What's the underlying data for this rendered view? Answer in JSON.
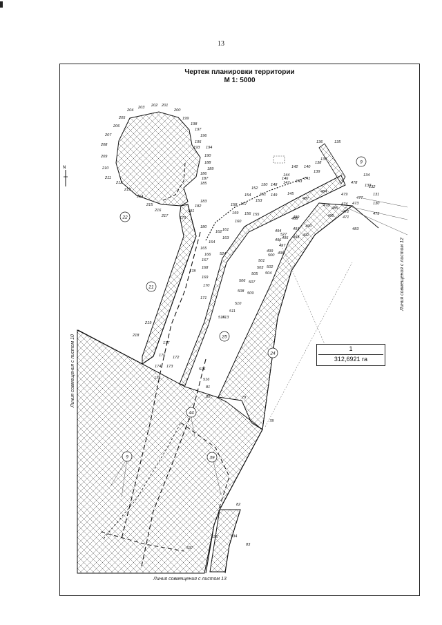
{
  "page_number": "13",
  "drawing": {
    "title": "Чертеж планировки территории",
    "scale": "М 1: 5000"
  },
  "area_label": {
    "number": "1",
    "value": "312,6921 га"
  },
  "matching_lines": {
    "right": "Линия совмещения с листом 12",
    "left": "Линия совмещения с листом 10",
    "bottom": "Линия совмещения с листом 13"
  },
  "circled_labels": [
    "22",
    "21",
    "25",
    "24",
    "44",
    "9",
    "39",
    "9"
  ],
  "point_labels": [
    "204",
    "203",
    "202",
    "201",
    "200",
    "205",
    "199",
    "198",
    "206",
    "197",
    "196",
    "207",
    "195",
    "208",
    "194",
    "193",
    "209",
    "190",
    "188",
    "210",
    "189",
    "186",
    "211",
    "187",
    "212",
    "185",
    "213",
    "214",
    "183",
    "215",
    "182",
    "216",
    "181",
    "217",
    "179",
    "180",
    "178",
    "219",
    "218",
    "177",
    "176",
    "172",
    "174",
    "173",
    "175",
    "171",
    "170",
    "169",
    "168",
    "167",
    "166",
    "165",
    "164",
    "163",
    "161",
    "162",
    "160",
    "159",
    "158",
    "157",
    "156",
    "155",
    "154",
    "153",
    "152",
    "151",
    "150",
    "149",
    "148",
    "147",
    "146",
    "145",
    "144",
    "143",
    "142",
    "141",
    "140",
    "139",
    "138",
    "137",
    "136",
    "135",
    "134",
    "133",
    "132",
    "131",
    "130",
    "475",
    "479",
    "478",
    "477",
    "476",
    "474",
    "473",
    "472",
    "471",
    "483",
    "484",
    "485",
    "486",
    "487",
    "488",
    "489",
    "490",
    "491",
    "492",
    "493",
    "494",
    "495",
    "496",
    "497",
    "498",
    "499",
    "500",
    "501",
    "502",
    "503",
    "504",
    "505",
    "506",
    "507",
    "508",
    "509",
    "510",
    "511",
    "513",
    "514",
    "515",
    "516",
    "81",
    "80",
    "79",
    "78",
    "82",
    "83",
    "524",
    "527",
    "534",
    "535",
    "537"
  ],
  "icons": {
    "north_arrow": "north-arrow-icon"
  }
}
